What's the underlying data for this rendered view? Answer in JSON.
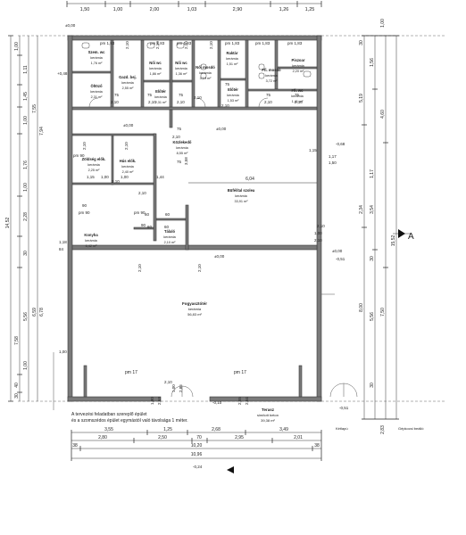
{
  "top_dims": [
    "1,50",
    "1,00",
    "2,00",
    "1,03",
    "2,90",
    "1,26",
    "1,25"
  ],
  "rooms": [
    {
      "id": "szem-wc",
      "name": "Szem. wc",
      "floor": "kerámia",
      "area": "1,76 m²"
    },
    {
      "id": "gazd-bej",
      "name": "Gazd. bej.",
      "floor": "kerámia",
      "area": "2,55 m²"
    },
    {
      "id": "oltozo",
      "name": "Öltöző",
      "floor": "kerámia",
      "area": "2,31 m²"
    },
    {
      "id": "noi-wc-1",
      "name": "Női wc",
      "floor": "kerámia",
      "area": "1,86 m²"
    },
    {
      "id": "noi-wc-2",
      "name": "Női wc",
      "floor": "kerámia",
      "area": "1,36 m²"
    },
    {
      "id": "noi-mosdo",
      "name": "Női mosdó",
      "floor": "kerámia",
      "area": "3,19 m²"
    },
    {
      "id": "elotér-1",
      "name": "Előtér",
      "floor": "kerámia",
      "area": "2,31 m²"
    },
    {
      "id": "raktar",
      "name": "Raktár",
      "floor": "kerámia",
      "area": "1,51 m²"
    },
    {
      "id": "elotér-2",
      "name": "Előtér",
      "floor": "kerámia",
      "area": "1,53 m²"
    },
    {
      "id": "ffi-mosdo",
      "name": "Ffi. mosdó",
      "floor": "kerámia",
      "area": "3,72 m²"
    },
    {
      "id": "piszoar",
      "name": "Piszoar",
      "floor": "kerámia",
      "area": "2,20 m²"
    },
    {
      "id": "ffi-wc",
      "name": "Ffi. wc",
      "floor": "kerámia",
      "area": "1,41 m²"
    },
    {
      "id": "zoldseg",
      "name": "Zöldség elők.",
      "floor": "kerámia",
      "area": "2,25 m²"
    },
    {
      "id": "hus-elok",
      "name": "Hús elők.",
      "floor": "kerámia",
      "area": "2,40 m²"
    },
    {
      "id": "konyha",
      "name": "Konyha",
      "floor": "kerámia",
      "area": "6,42 m²"
    },
    {
      "id": "kozlekedo",
      "name": "Közlekedő",
      "floor": "kerámia",
      "area": "8,55 m²"
    },
    {
      "id": "talalo",
      "name": "Tálaló",
      "floor": "kerámia",
      "area": "2,10 m²"
    },
    {
      "id": "bufe",
      "name": "Büfé/ítal szolea",
      "floor": "kerámia",
      "area": "33,91 m²"
    },
    {
      "id": "fogyaszto",
      "name": "Fogyasztótér",
      "floor": "kerámia",
      "area": "56,83 m²"
    },
    {
      "id": "terasz",
      "name": "Terasz",
      "floor": "simított beton",
      "area": "39,38 m²"
    }
  ],
  "pm_labels": [
    "pm 1,83",
    "pm 1,83",
    "pm 1,83",
    "pm 1,83",
    "pm 1,83",
    "pm 1,83",
    "pm 90",
    "pm 90",
    "pm 90",
    "pm 17",
    "pm 17"
  ],
  "door_dims": [
    "2,10",
    "2,10",
    "2,10",
    "2,10",
    "2,10",
    "2,10",
    "2,10",
    "2,10",
    "2,10",
    "2,10",
    "2,10",
    "2,10",
    "2,10",
    "2,10",
    "2,10",
    "2,10",
    "2,10",
    "2,10",
    "2,10",
    "2,10"
  ],
  "door_widths": [
    "75",
    "75",
    "75",
    "75",
    "75",
    "75",
    "75",
    "75",
    "90",
    "90",
    "60",
    "60",
    "60",
    "60"
  ],
  "inner_dims": [
    "6,04",
    "1,44",
    "1,15",
    "1,00",
    "1,00",
    "3,58",
    "1,18",
    "84",
    "1,15",
    "1,17",
    "1,50",
    "1,00",
    "2,10",
    "1,00"
  ],
  "elevations": [
    "±0,00",
    "+0,48",
    "±0,00",
    "±0,00",
    "±0,00",
    "±0,00",
    "-0,68",
    "-0,10",
    "-0,51",
    "-0,51",
    "-0,24"
  ],
  "left_dims": [
    "1,00",
    "1,11",
    "1,45",
    "1,00",
    "1,76",
    "1,00",
    "2,28",
    "30",
    "5,56",
    "1,00",
    "40",
    "30"
  ],
  "left_totals": [
    "7,55",
    "7,94",
    "14,52",
    "6,59",
    "6,78",
    "7,58"
  ],
  "right_dims": [
    "1,00",
    "30",
    "1,56",
    "5,19",
    "4,60",
    "2,34",
    "1,17",
    "3,54",
    "30",
    "8,00",
    "5,56",
    "15,52",
    "7,50",
    "2,83",
    "30"
  ],
  "section_marker": "A",
  "bottom_dims_row1": [
    "3,55",
    "1,25",
    "2,68",
    "3,49"
  ],
  "bottom_dims_row2": [
    "2,80",
    "2,50",
    "70",
    "2,95",
    "2,01"
  ],
  "bottom_dims_row3": [
    "38",
    "10,20",
    "38"
  ],
  "bottom_total": "10,96",
  "bottom_small": [
    "1,80",
    "2,53",
    "1,00",
    "2,86",
    "2,55",
    "2,64"
  ],
  "note": [
    "A tervezési feladatban szereplő épület",
    "és a szomszédos épület egymástól való távolsága 1 méter."
  ],
  "outer_labels": [
    "Kétlapú",
    "Gépkocsi beálló"
  ],
  "colors": {
    "wall": "#7a7a7a",
    "line": "#333333",
    "paper": "#ffffff"
  }
}
